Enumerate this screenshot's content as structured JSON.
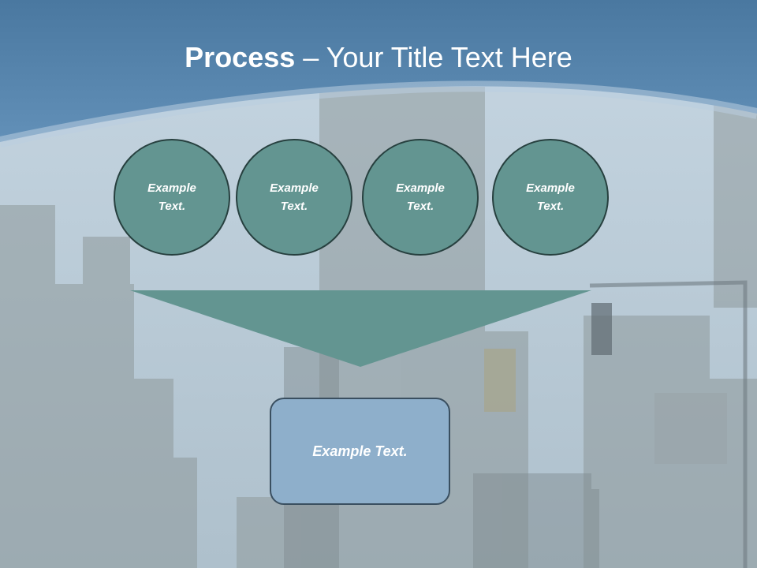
{
  "slide": {
    "title_bold": "Process",
    "title_rest": " – Your Title Text Here",
    "circles": [
      {
        "text": "Example Text."
      },
      {
        "text": "Example Text."
      },
      {
        "text": "Example Text."
      },
      {
        "text": "Example Text."
      }
    ],
    "result_text": "Example Text."
  },
  "colors": {
    "header_blue": "#4f7fa6",
    "circle_fill": "#639591",
    "circle_border": "#27403f",
    "result_fill": "#8eafcb",
    "text_white": "#ffffff"
  }
}
